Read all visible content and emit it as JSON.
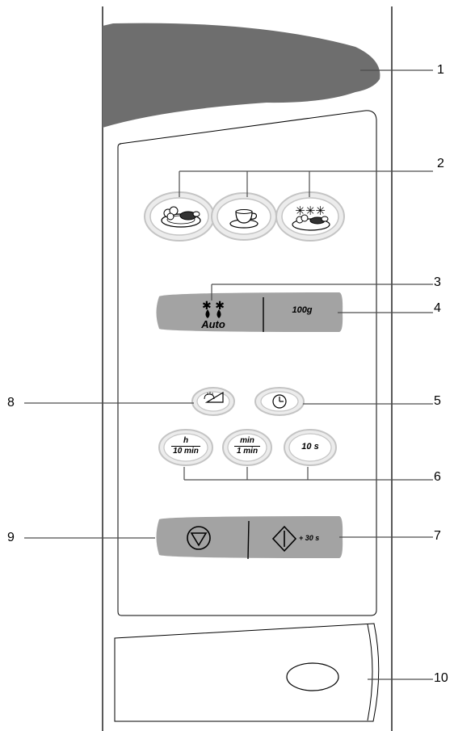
{
  "callouts": [
    "1",
    "2",
    "3",
    "4",
    "5",
    "6",
    "7",
    "8",
    "9",
    "10"
  ],
  "auto_label": "Auto",
  "weight_label": "100g",
  "hour_top": "h",
  "hour_bottom": "10 min",
  "min_top": "min",
  "min_bottom": "1 min",
  "sec_label": "10 s",
  "plus30_label": "+ 30 s",
  "colors": {
    "display": "#6e6e6e",
    "strip": "#a3a3a3",
    "button_fill": "#ffffff",
    "button_ring": "#c8c8c8",
    "outline": "#000000"
  }
}
